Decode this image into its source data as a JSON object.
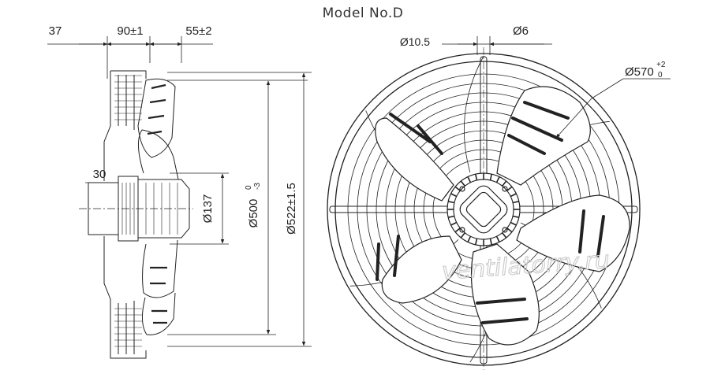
{
  "title": "Model No.D",
  "watermark": "ventilatorry.ru",
  "side_view": {
    "dims": {
      "d37": "37",
      "d90": "90±1",
      "d55": "55±2",
      "d30": "30",
      "d137": "Ø137",
      "d500": "Ø500",
      "d500_tol_upper": "0",
      "d500_tol_lower": "-3",
      "d522": "Ø522±1.5"
    }
  },
  "front_view": {
    "dims": {
      "d10_5": "Ø10.5",
      "d6": "Ø6",
      "d570": "Ø570",
      "d570_tol_upper": "+2",
      "d570_tol_lower": "0"
    }
  },
  "colors": {
    "line": "#222222",
    "watermark": "#c9c9c9",
    "background": "#ffffff"
  }
}
